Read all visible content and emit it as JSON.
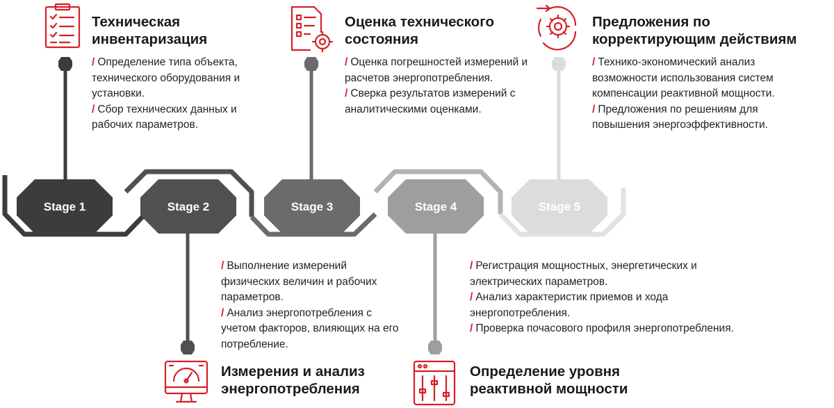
{
  "colors": {
    "accent": "#d71f26",
    "stage1": "#3c3c3c",
    "stage2": "#505050",
    "stage3": "#6b6b6b",
    "stage4": "#9e9e9e",
    "stage5": "#dcdcdc",
    "stage5_text": "#ffffff"
  },
  "stages": [
    {
      "label": "Stage 1",
      "icon": "checklist-icon",
      "title_line1": "Техническая",
      "title_line2": "инвентаризация",
      "items": [
        "Определение типа объекта, технического оборудования и установки.",
        "Сбор технических данных и рабочих параметров."
      ]
    },
    {
      "label": "Stage 2",
      "icon": "meter-monitor-icon",
      "title_line1": "Измерения и анализ",
      "title_line2": "энергопотребления",
      "items": [
        "Выполнение измерений физических величин и рабочих параметров.",
        "Анализ энергопотребления с учетом факторов, влияющих на его потребление."
      ]
    },
    {
      "label": "Stage 3",
      "icon": "document-gear-icon",
      "title_line1": "Оценка технического",
      "title_line2": "состояния",
      "items": [
        "Оценка погрешностей измерений и расчетов энергопотребления.",
        "Сверка результатов измерений с аналитическими оценками."
      ]
    },
    {
      "label": "Stage 4",
      "icon": "sliders-panel-icon",
      "title_line1": "Определение уровня",
      "title_line2": "реактивной мощности",
      "items": [
        "Регистрация мощностных, энергетических и электрических параметров.",
        "Анализ характеристик приемов и хода энергопотребления.",
        "Проверка почасового профиля энергопотребления."
      ]
    },
    {
      "label": "Stage 5",
      "icon": "gear-cycle-icon",
      "title_line1": "Предложения по",
      "title_line2": "корректирующим действиям",
      "items": [
        "Технико-экономический анализ возможности использования систем компенсации реактивной мощности.",
        "Предложения по решениям для повышения энергоэффективности."
      ]
    }
  ]
}
